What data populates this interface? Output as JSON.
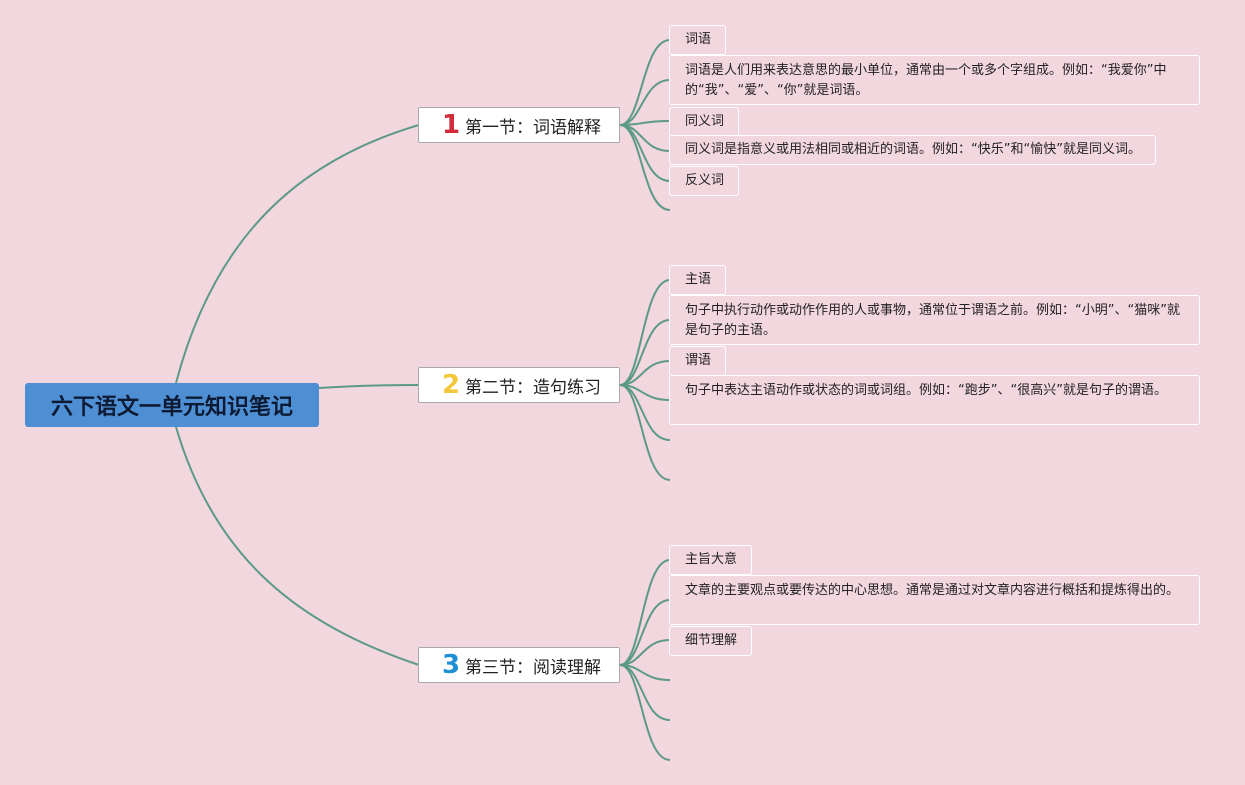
{
  "central": {
    "title": "六下语文一单元知识笔记"
  },
  "sections": [
    {
      "number": "1",
      "color": "#d22c3a",
      "title": "第一节：词语解释",
      "leaves": [
        "词语",
        "词语是人们用来表达意思的最小单位，通常由一个或多个字组成。例如：“我爱你”中的“我”、“爱”、“你”就是词语。",
        "同义词",
        "同义词是指意义或用法相同或相近的词语。例如：“快乐”和“愉快”就是同义词。",
        "反义词"
      ]
    },
    {
      "number": "2",
      "color": "#f2c83a",
      "title": "第二节：造句练习",
      "leaves": [
        "主语",
        "句子中执行动作或动作作用的人或事物，通常位于谓语之前。例如：“小明”、“猫咪”就是句子的主语。",
        "谓语",
        "句子中表达主语动作或状态的词或词组。例如：“跑步”、“很高兴”就是句子的谓语。"
      ]
    },
    {
      "number": "3",
      "color": "#1f8fd6",
      "title": "第三节：阅读理解",
      "leaves": [
        "主旨大意",
        "文章的主要观点或要传达的中心思想。通常是通过对文章内容进行概括和提炼得出的。",
        "细节理解"
      ]
    }
  ]
}
